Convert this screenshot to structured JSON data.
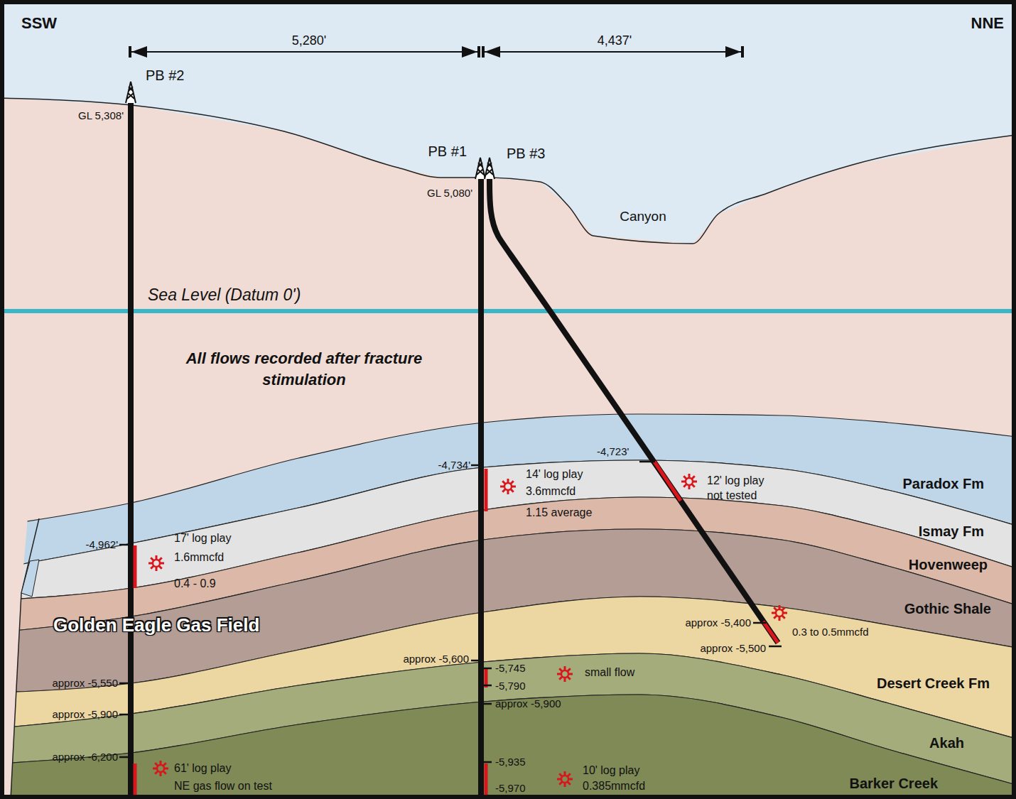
{
  "diagram": {
    "labels": [
      "SSW",
      "NNE",
      "5,280'",
      "4,437'",
      "PB #2",
      "GL 5,308'",
      "PB #1",
      "PB #3",
      "GL 5,080'",
      "Canyon",
      "Sea Level (Datum 0')",
      "All flows recorded after fracture stimulation",
      "-4,734'",
      "14' log play",
      "3.6mmcfd",
      "1.15 average",
      "-4,723'",
      "12' log play",
      "not tested",
      "Paradox Fm",
      "-4,962'",
      "17' log play",
      "1.6mmcfd",
      "0.4 - 0.9",
      "Ismay Fm",
      "Hovenweep",
      "Gothic Shale",
      "Golden Eagle Gas Field",
      "approx -5,400",
      "0.3 to 0.5mmcfd",
      "approx -5,500",
      "approx -5,600",
      "-5,745",
      "small flow",
      "-5,790",
      "approx -5,550",
      "approx -5,900",
      "approx -5,900",
      "Desert Creek Fm",
      "Akah",
      "approx -6,200",
      "61' log play",
      "NE gas flow on test",
      "-5,935",
      "-5,970",
      "10' log play",
      "0.385mmcfd",
      "Barker Creek"
    ]
  }
}
